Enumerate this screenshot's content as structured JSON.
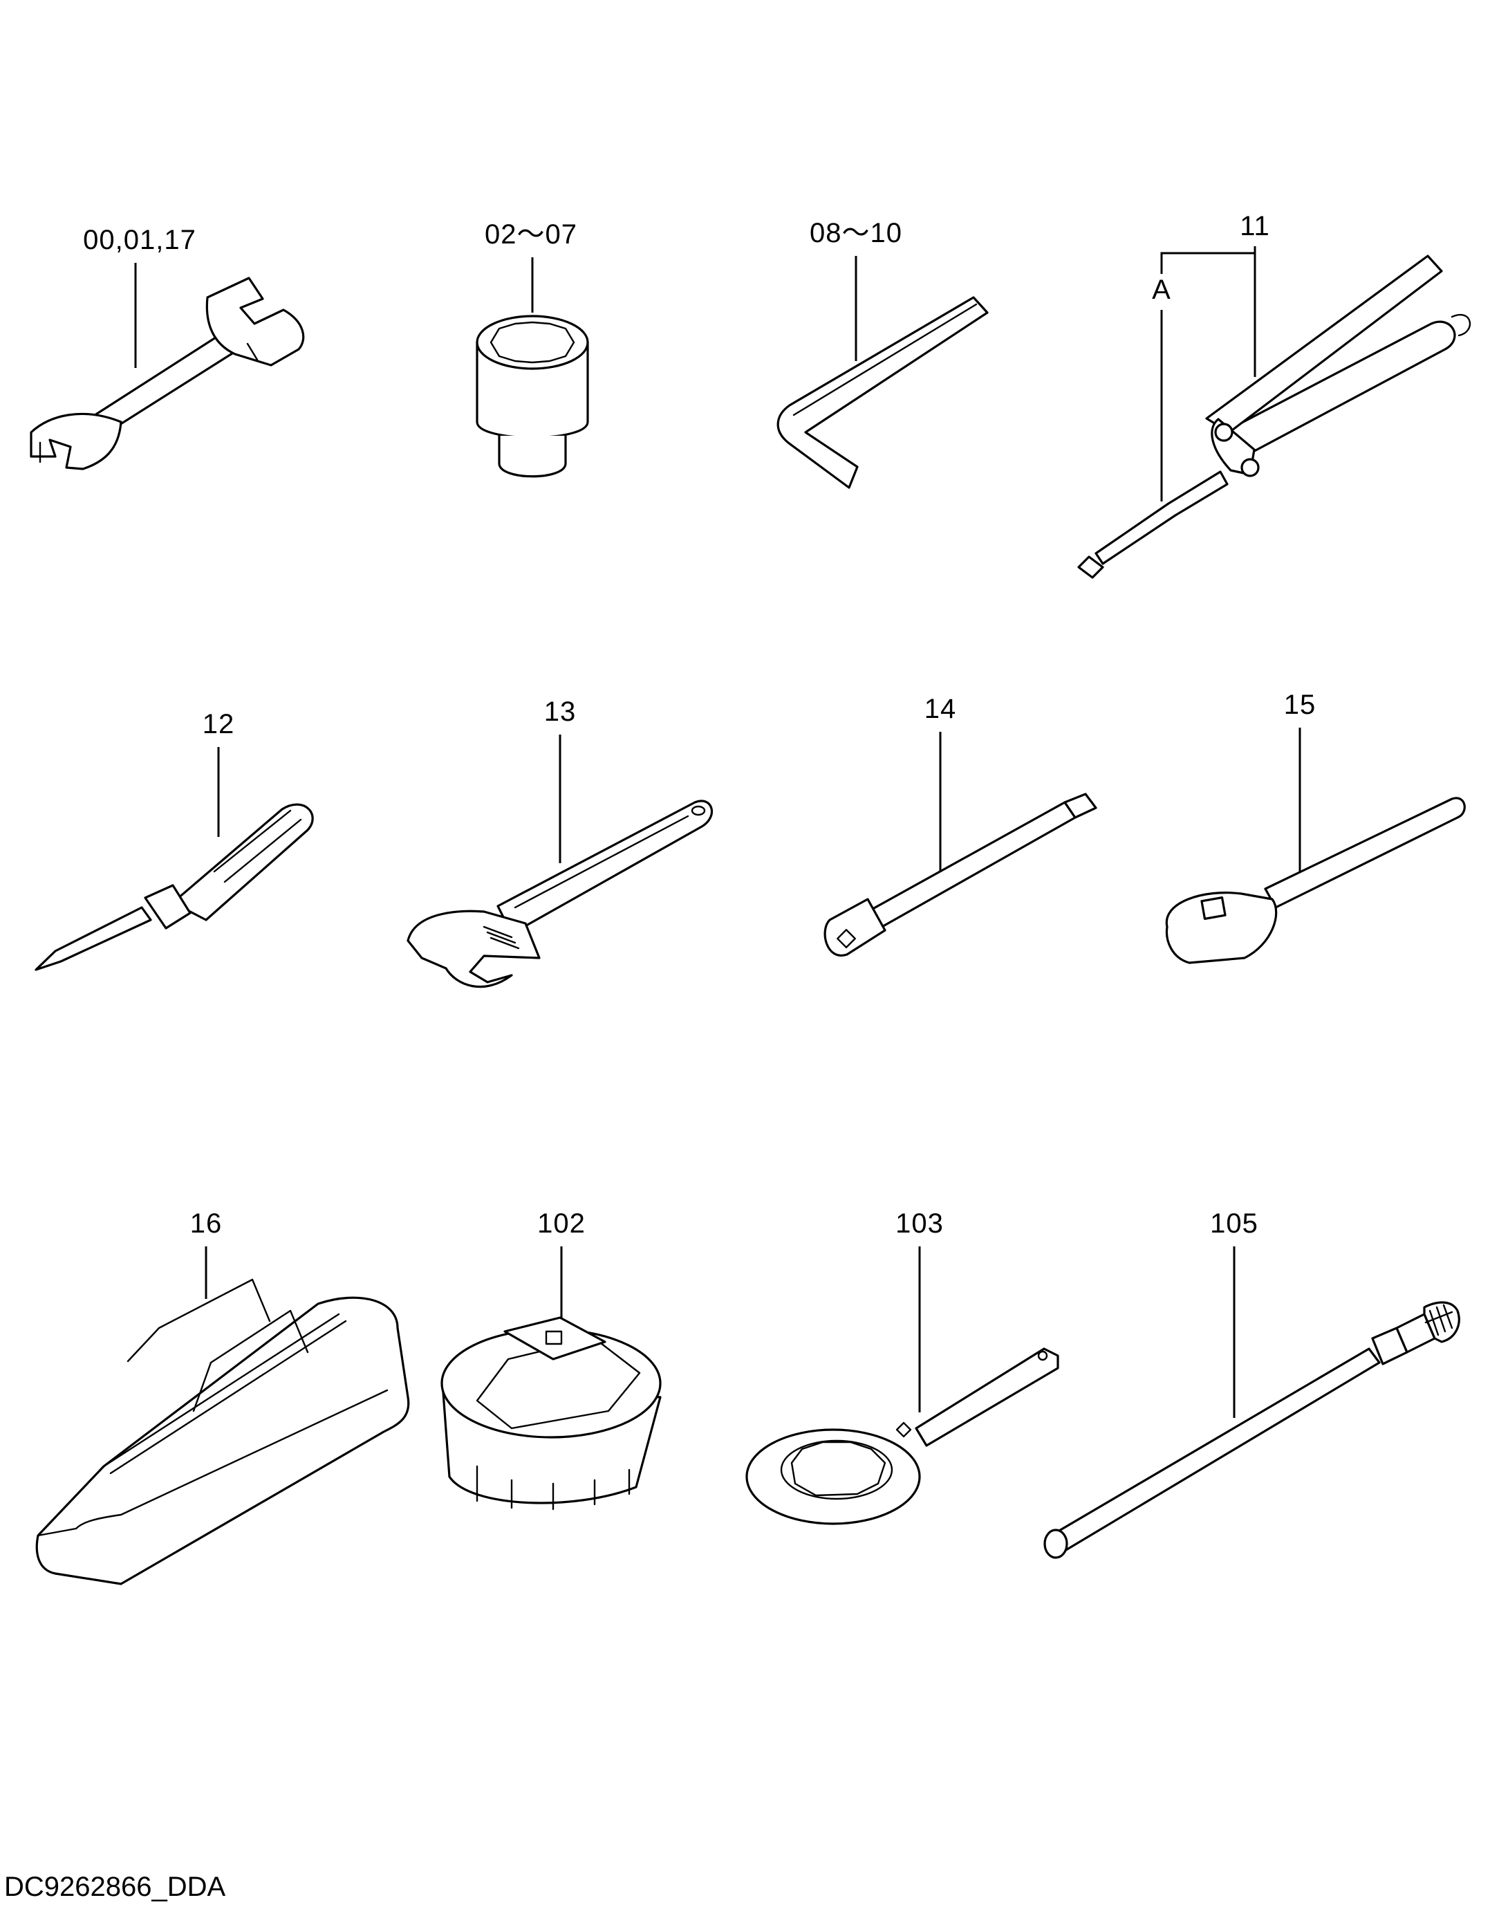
{
  "callouts": {
    "c1": "00,01,17",
    "c2": "02～07",
    "c3": "08～10",
    "c4": "11",
    "c4_sub": "A",
    "c5": "12",
    "c6": "13",
    "c7": "14",
    "c8": "15",
    "c9": "16",
    "c10": "102",
    "c11": "103",
    "c12": "105"
  },
  "footer": {
    "drawing_id": "DC9262866_DDA"
  }
}
